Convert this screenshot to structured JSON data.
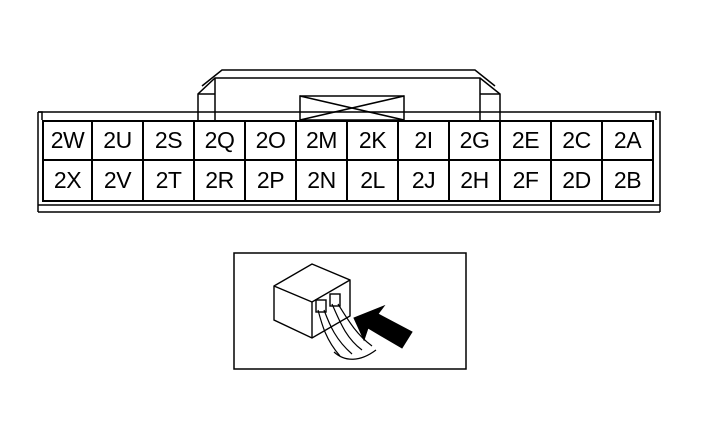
{
  "connector": {
    "rows": [
      [
        "2W",
        "2U",
        "2S",
        "2Q",
        "2O",
        "2M",
        "2K",
        "2I",
        "2G",
        "2E",
        "2C",
        "2A"
      ],
      [
        "2X",
        "2V",
        "2T",
        "2R",
        "2P",
        "2N",
        "2L",
        "2J",
        "2H",
        "2F",
        "2D",
        "2B"
      ]
    ],
    "blocked_cavity": "2M"
  },
  "inset": {
    "icons": [
      "connector-housing-icon",
      "probe-arrow-icon",
      "wire-bundle-icon"
    ]
  },
  "colors": {
    "line": "#000000",
    "background": "#ffffff"
  }
}
